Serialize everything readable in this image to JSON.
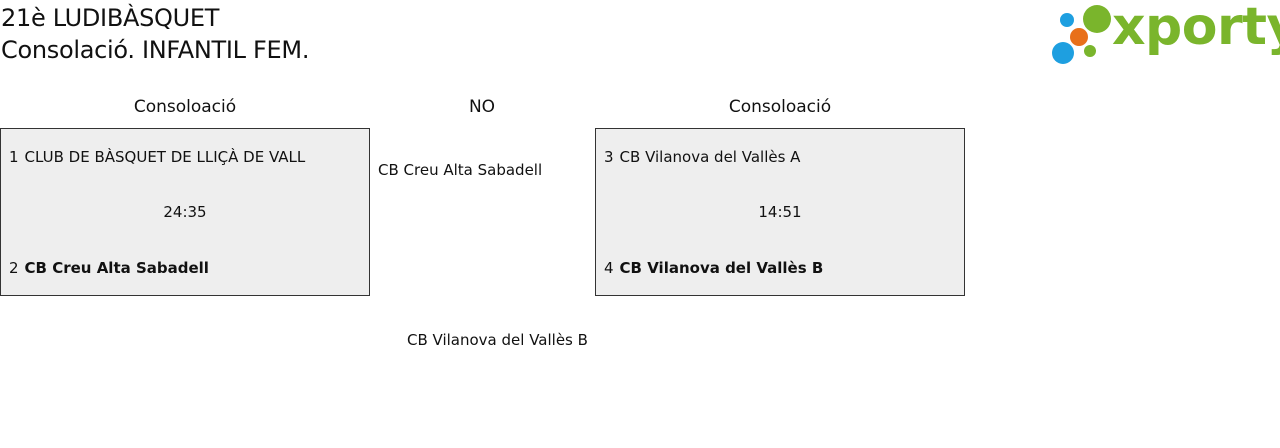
{
  "header": {
    "title_line1": "21è LUDIBÀSQUET",
    "title_line2": "Consolació. INFANTIL FEM."
  },
  "logo": {
    "text": "xporty",
    "brand_color": "#7ab52c",
    "dot_colors": [
      "#1e9fe0",
      "#7ab52c",
      "#e8701a",
      "#1e9fe0",
      "#7ab52c"
    ]
  },
  "columns": [
    {
      "label": "Consoloació"
    },
    {
      "label": "NO"
    },
    {
      "label": "Consoloació"
    }
  ],
  "matches": [
    {
      "team1": {
        "seed": "1",
        "name": "CLUB DE BÀSQUET DE LLIÇÀ DE VALL"
      },
      "time": "24:35",
      "team2": {
        "seed": "2",
        "name": "CB Creu Alta Sabadell"
      }
    },
    {
      "team1": {
        "seed": "3",
        "name": "CB Vilanova del Vallès A"
      },
      "time": "14:51",
      "team2": {
        "seed": "4",
        "name": "CB Vilanova del Vallès B"
      }
    }
  ],
  "advancers": {
    "first": "CB Creu Alta Sabadell",
    "second": "CB Vilanova del Vallès B"
  }
}
